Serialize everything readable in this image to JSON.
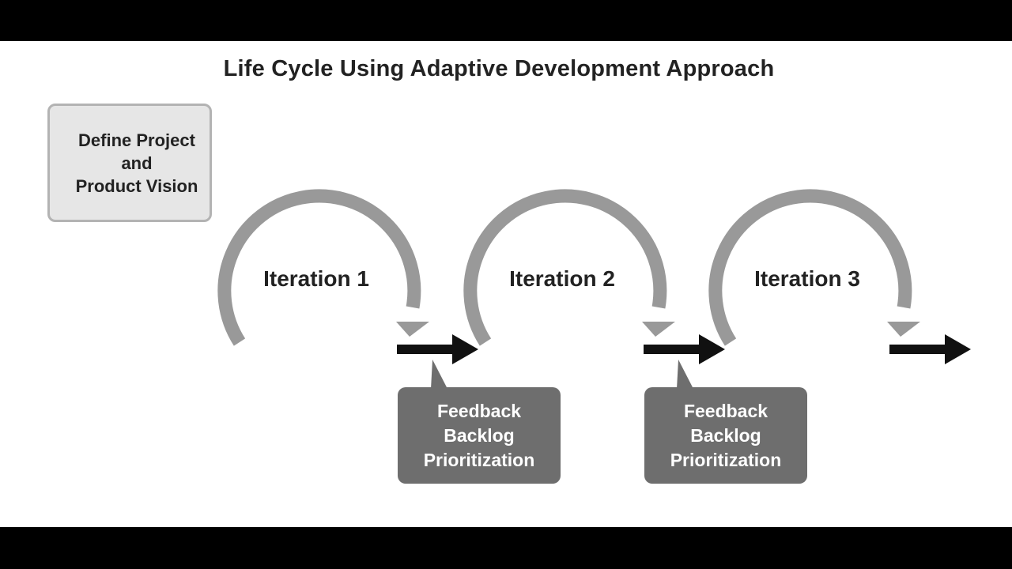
{
  "title": "Life Cycle Using Adaptive Development Approach",
  "vision": {
    "text": "Define Project\nand\nProduct Vision"
  },
  "iterations": [
    {
      "label": "Iteration 1"
    },
    {
      "label": "Iteration 2"
    },
    {
      "label": "Iteration 3"
    }
  ],
  "feedback": [
    {
      "lines": [
        "Feedback",
        "Backlog",
        "Prioritization"
      ]
    },
    {
      "lines": [
        "Feedback",
        "Backlog",
        "Prioritization"
      ]
    }
  ],
  "colors": {
    "cycle_arrow": "#999999",
    "flow_arrow": "#111111",
    "feedback_box": "#6e6e6e",
    "vision_box": "#e6e6e6"
  },
  "icons": {
    "cycle": "circular-arrow-icon",
    "flow": "right-arrow-icon"
  }
}
